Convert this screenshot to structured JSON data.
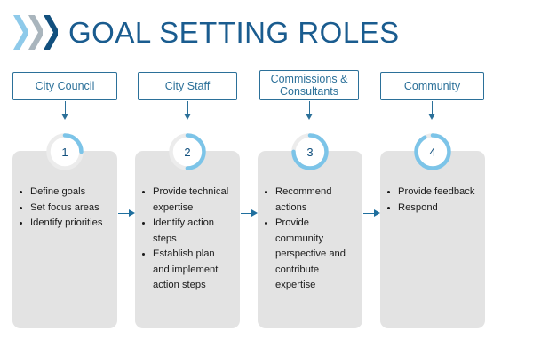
{
  "header": {
    "title": "GOAL SETTING ROLES",
    "chevron_colors": [
      "#8ecaea",
      "#a9b5bd",
      "#12507e"
    ],
    "title_color": "#1a5c8f"
  },
  "theme": {
    "box_border": "#2b7099",
    "box_text": "#2b7099",
    "panel_bg": "#e3e3e3",
    "ring_active": "#7cc4e8",
    "ring_track": "#ececec",
    "number_color": "#12507e",
    "arrow_color": "#1f6f9e",
    "bullet_text": "#1a1a1a"
  },
  "columns": [
    {
      "header_label": "City Council",
      "step_number": "1",
      "ring_percent": 25,
      "bullets": [
        "Define goals",
        "Set focus areas",
        "Identify priorities"
      ]
    },
    {
      "header_label": "City Staff",
      "step_number": "2",
      "ring_percent": 50,
      "bullets": [
        "Provide technical expertise",
        "Identify  action steps",
        "Establish plan and implement action steps"
      ]
    },
    {
      "header_label": "Commissions & Consultants",
      "step_number": "3",
      "ring_percent": 75,
      "bullets": [
        "Recommend actions",
        "Provide community perspective and contribute expertise"
      ]
    },
    {
      "header_label": "Community",
      "step_number": "4",
      "ring_percent": 92,
      "bullets": [
        "Provide feedback",
        "Respond"
      ]
    }
  ]
}
